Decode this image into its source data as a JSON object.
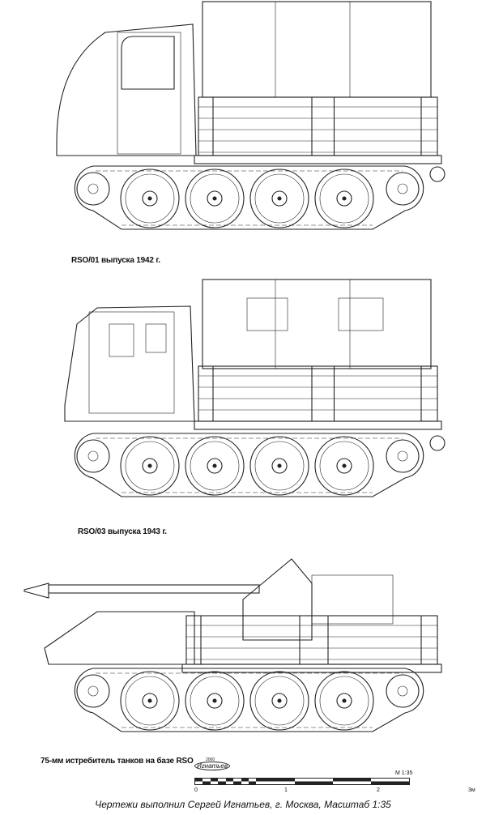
{
  "captions": {
    "rso01": "RSO/01 выпуска 1942 г.",
    "rso03": "RSO/03 выпуска 1943 г.",
    "pak": "75-мм истребитель танков на базе RSO"
  },
  "logo": {
    "name": "Игнатьев",
    "year": "2000"
  },
  "scale": {
    "label": "M 1:35",
    "ticks": [
      "0",
      "1",
      "2",
      "3м"
    ]
  },
  "footer": "Чертежи выполнил Сергей Игнатьев, г. Москва, Масштаб 1:35"
}
